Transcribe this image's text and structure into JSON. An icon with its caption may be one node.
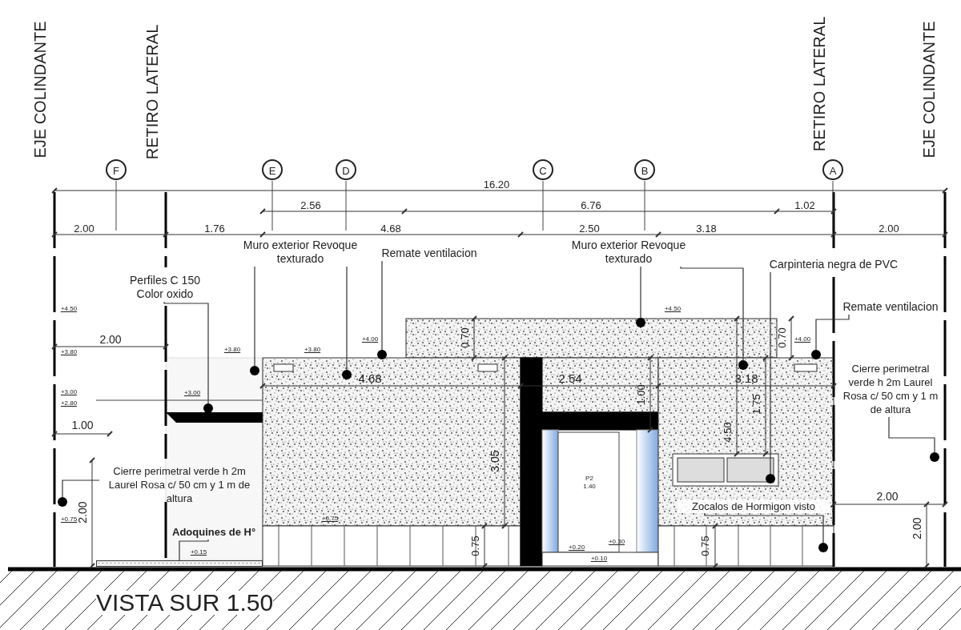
{
  "diagram": {
    "caption": "VISTA SUR 1.50",
    "nodes": [
      {
        "text": [
          "F"
        ]
      },
      {
        "text": [
          "E"
        ]
      },
      {
        "text": [
          "D"
        ]
      },
      {
        "text": [
          "C"
        ]
      },
      {
        "text": [
          "B"
        ]
      },
      {
        "text": [
          "A"
        ]
      },
      {
        "text": [
          "Perfiles C 150 Color oxido"
        ]
      },
      {
        "text": [
          "Muro exterior Revoque texturado"
        ]
      },
      {
        "text": [
          "Remate ventilacion"
        ]
      },
      {
        "text": [
          "Muro exterior Revoque texturado"
        ]
      },
      {
        "text": [
          "Carpinteria negra de PVC"
        ]
      },
      {
        "text": [
          "Remate ventilacion"
        ]
      },
      {
        "text": [
          "Cierre perimetral verde h 2m Laurel Rosa c/ 50 cm y 1 m de altura"
        ]
      },
      {
        "text": [
          "Cierre perimetral verde h 2m Laurel Rosa c/ 50 cm y 1 m de altura"
        ]
      },
      {
        "text": [
          "Zocalos de Hormigon visto"
        ]
      },
      {
        "text": [
          "Adoquines de H°"
        ]
      },
      {
        "text": [],
        "shape": "circle"
      },
      {
        "text": [],
        "shape": "circle"
      },
      {
        "text": [],
        "shape": "circle"
      },
      {
        "text": [],
        "shape": "circle"
      },
      {
        "text": [],
        "shape": "circle"
      },
      {
        "text": [],
        "shape": "circle"
      },
      {
        "text": [],
        "shape": "circle"
      },
      {
        "text": [],
        "shape": "circle"
      },
      {
        "text": [],
        "shape": "circle"
      },
      {
        "text": [],
        "shape": "circle"
      },
      {
        "text": [],
        "shape": "circle"
      },
      {
        "text": [],
        "shape": "bar"
      }
    ],
    "edges": [
      {
        "from": 6,
        "to": 17,
        "arrow": "none"
      },
      {
        "from": 7,
        "to": 18,
        "arrow": "none"
      },
      {
        "from": 7,
        "to": 19,
        "arrow": "none"
      },
      {
        "from": 8,
        "to": 20,
        "arrow": "none"
      },
      {
        "from": 9,
        "to": 21,
        "arrow": "none"
      },
      {
        "from": 9,
        "to": 22,
        "arrow": "none"
      },
      {
        "from": 10,
        "to": 23,
        "arrow": "none"
      },
      {
        "from": 11,
        "to": 24,
        "arrow": "none"
      },
      {
        "from": 12,
        "to": 16,
        "arrow": "none"
      },
      {
        "from": 13,
        "to": 26,
        "arrow": "none"
      },
      {
        "from": 14,
        "to": 25,
        "arrow": "none"
      },
      {
        "from": 15,
        "to": 27,
        "arrow": "none"
      }
    ],
    "labels": [
      "EJE COLINDANTE",
      "RETIRO LATERAL",
      "RETIRO LATERAL",
      "EJE COLINDANTE",
      "16.20",
      "2.56",
      "6.76",
      "1.02",
      "2.00",
      "1.76",
      "4.68",
      "2.50",
      "3.18",
      "2.00",
      "+4.50",
      "+4.50",
      "2.00",
      "0.70",
      "0.70",
      "+4.00",
      "+4.00",
      "+3.80",
      "+3.80",
      "+3.80",
      "4.68",
      "2.54",
      "3.18",
      "1.00",
      "+3.00",
      "+3.00",
      "+2.80",
      "1.00",
      "1.75",
      "4.50",
      "3.05",
      "P2",
      "1.40",
      "2.00",
      "2.00",
      "2.00",
      "+0.75",
      "+0.75",
      "0.75",
      "0.75",
      "+0.30",
      "+0.20",
      "+0.10",
      "+0.15"
    ]
  }
}
